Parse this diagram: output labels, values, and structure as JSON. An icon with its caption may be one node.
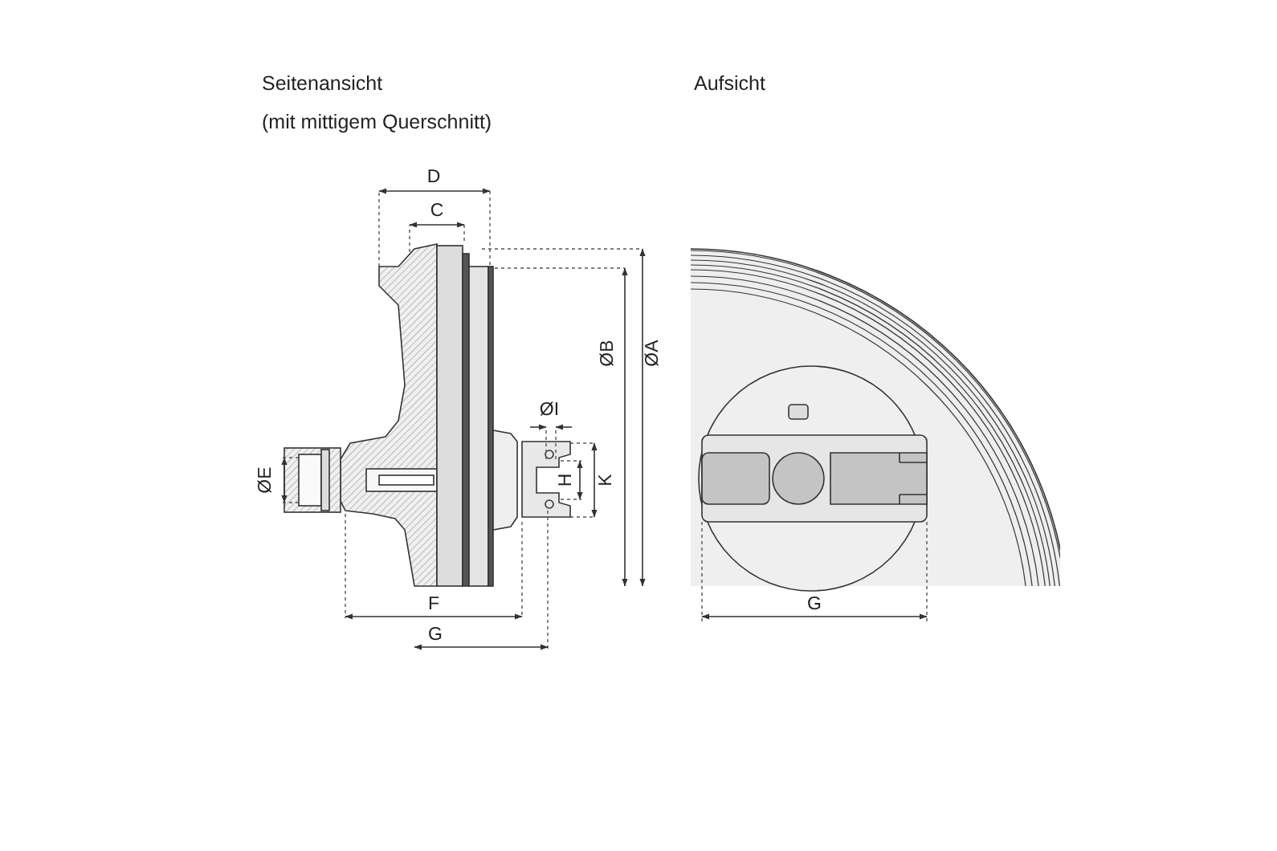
{
  "diagram": {
    "labels": [
      "Seitenansicht",
      "(mit mittigem Querschnitt)",
      "Aufsicht",
      "D",
      "C",
      "ØB",
      "ØA",
      "ØI",
      "ØE",
      "H",
      "K",
      "F",
      "G",
      "G"
    ]
  }
}
